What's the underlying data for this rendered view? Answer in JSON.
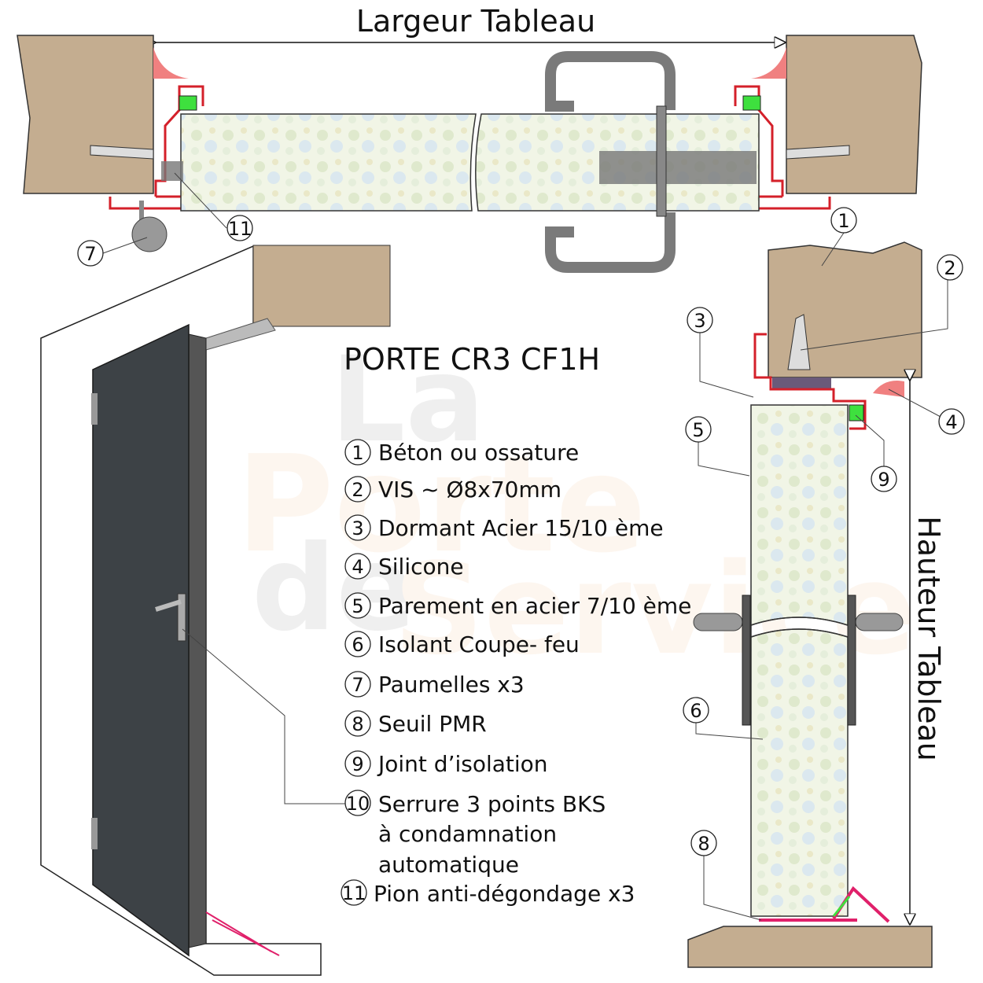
{
  "title_top": "Largeur Tableau",
  "title_side": "Hauteur Tableau",
  "product_title": "PORTE CR3 CF1H",
  "watermark": "La Porte de Service",
  "legend": [
    {
      "num": "1",
      "lines": [
        "Béton ou ossature"
      ]
    },
    {
      "num": "2",
      "lines": [
        "VIS ~ Ø8x70mm"
      ]
    },
    {
      "num": "3",
      "lines": [
        "Dormant Acier 15/10 ème"
      ]
    },
    {
      "num": "4",
      "lines": [
        "Silicone"
      ]
    },
    {
      "num": "5",
      "lines": [
        "Parement en acier 7/10 ème"
      ]
    },
    {
      "num": "6",
      "lines": [
        "Isolant  Coupe- feu"
      ]
    },
    {
      "num": "7",
      "lines": [
        "Paumelles x3"
      ]
    },
    {
      "num": "8",
      "lines": [
        "Seuil PMR"
      ]
    },
    {
      "num": "9",
      "lines": [
        "Joint d’isolation"
      ]
    },
    {
      "num": "10",
      "lines": [
        "Serrure 3 points BKS",
        "à condamnation",
        "automatique"
      ]
    },
    {
      "num": "11",
      "lines": [
        "Pion anti-dégondage x3"
      ]
    }
  ],
  "callouts": {
    "top": [
      "7",
      "11"
    ],
    "side": [
      "1",
      "2",
      "3",
      "4",
      "5",
      "9",
      "6",
      "8"
    ]
  },
  "colors": {
    "concrete": "#c4ad90",
    "frame": "#d4202a",
    "seal": "#3ee03e",
    "silicone": "#f08080",
    "door": "#3d4246",
    "threshold": "#e0206a"
  }
}
